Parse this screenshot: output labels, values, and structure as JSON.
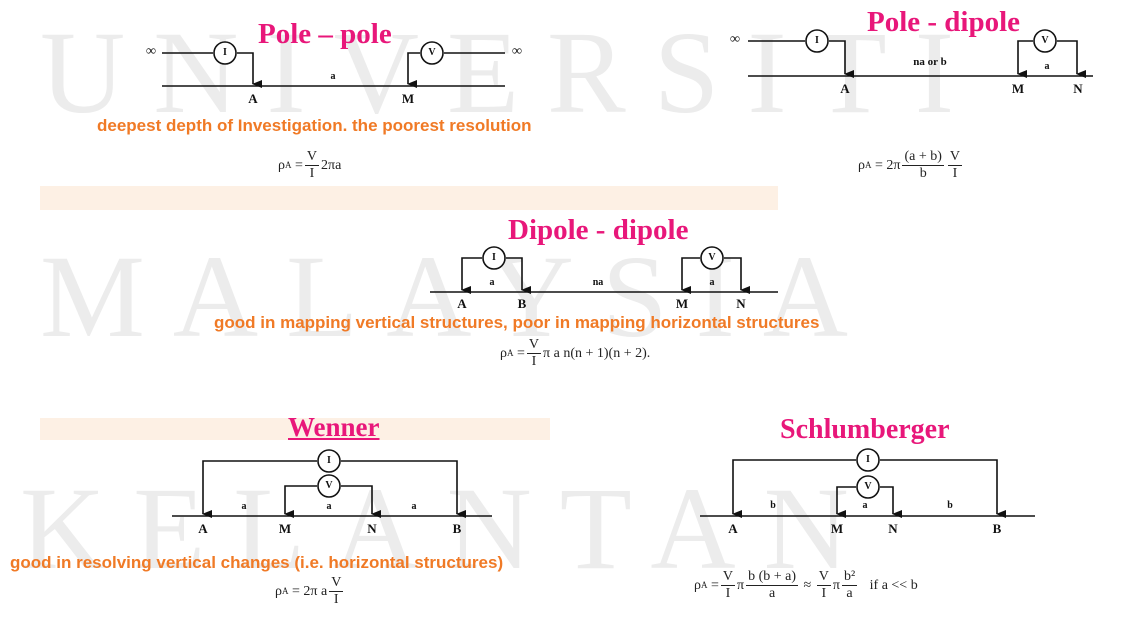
{
  "watermark": {
    "line1": "UNIVERSITI",
    "line2": "MALAYSIA",
    "line3": "KELANTAN"
  },
  "colors": {
    "title": "#e8177a",
    "note": "#f07a26",
    "band": "#fdf0e4",
    "ink": "#111111"
  },
  "pole_pole": {
    "title": "Pole – pole",
    "infinity_left": "∞",
    "infinity_right": "∞",
    "current": "I",
    "voltage": "V",
    "spacing": "a",
    "electrode_a": "A",
    "electrode_m": "M",
    "note": "deepest depth of Investigation. the poorest resolution",
    "formula": {
      "lhs": "ρ",
      "sub": "A",
      "eq": "=",
      "num": "V",
      "den": "I",
      "tail": "2πa"
    }
  },
  "pole_dipole": {
    "title": "Pole - dipole",
    "infinity": "∞",
    "current": "I",
    "voltage": "V",
    "spacing_na": "na or b",
    "spacing_a": "a",
    "electrode_a": "A",
    "electrode_m": "M",
    "electrode_n": "N",
    "formula": {
      "lhs": "ρ",
      "sub": "A",
      "eq": "= 2π",
      "num": "(a + b)",
      "den": "b",
      "num2": "V",
      "den2": "I"
    }
  },
  "dipole_dipole": {
    "title": "Dipole - dipole",
    "current": "I",
    "voltage": "V",
    "spacing_a1": "a",
    "spacing_na": "na",
    "spacing_a2": "a",
    "electrode_a": "A",
    "electrode_b": "B",
    "electrode_m": "M",
    "electrode_n": "N",
    "note": "good in mapping vertical structures, poor in mapping horizontal structures",
    "formula": {
      "lhs": "ρ",
      "sub": "A",
      "eq": "=",
      "num": "V",
      "den": "I",
      "tail": "π a n(n + 1)(n + 2)."
    }
  },
  "wenner": {
    "title": "Wenner",
    "current": "I",
    "voltage": "V",
    "spacing_a1": "a",
    "spacing_a2": "a",
    "spacing_a3": "a",
    "electrode_a": "A",
    "electrode_m": "M",
    "electrode_n": "N",
    "electrode_b": "B",
    "note": "good in resolving vertical changes (i.e. horizontal structures)",
    "formula": {
      "lhs": "ρ",
      "sub": "A",
      "eq": "= 2π a",
      "num": "V",
      "den": "I"
    }
  },
  "schlumberger": {
    "title": "Schlumberger",
    "current": "I",
    "voltage": "V",
    "spacing_b1": "b",
    "spacing_a": "a",
    "spacing_b2": "b",
    "electrode_a": "A",
    "electrode_m": "M",
    "electrode_n": "N",
    "electrode_b": "B",
    "formula": {
      "lhs": "ρ",
      "sub": "A",
      "eq": "=",
      "num1": "V",
      "den1": "I",
      "mid1": "π",
      "num2": "b (b + a)",
      "den2": "a",
      "approx": "≈",
      "num3": "V",
      "den3": "I",
      "mid2": "π",
      "num4": "b²",
      "den4": "a",
      "cond": "if a << b"
    }
  }
}
